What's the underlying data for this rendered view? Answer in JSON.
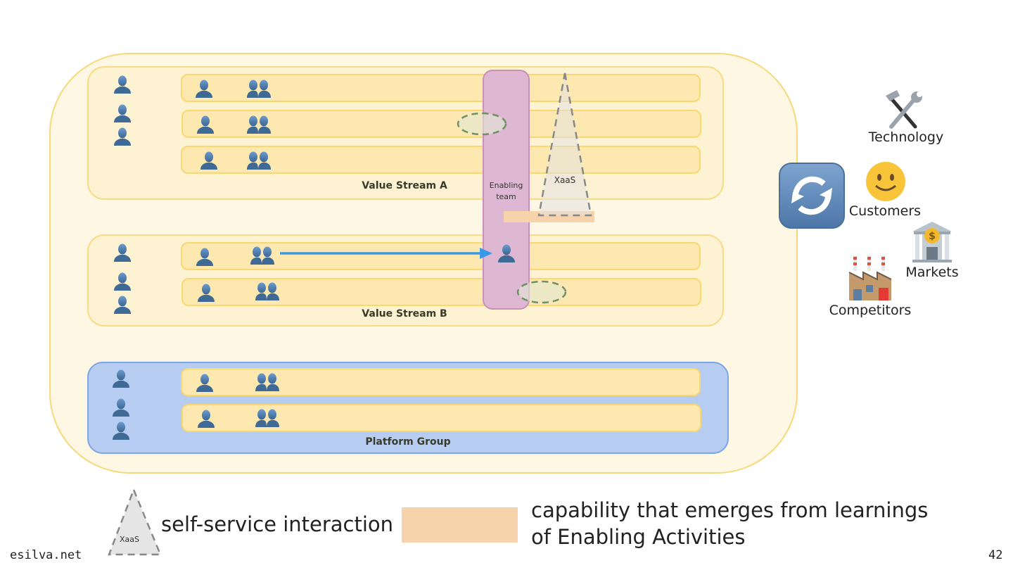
{
  "diagram": {
    "groups": {
      "value_stream_a": {
        "label": "Value Stream A"
      },
      "value_stream_b": {
        "label": "Value Stream B"
      },
      "platform_group": {
        "label": "Platform Group"
      }
    },
    "enabling_team": {
      "label_line1": "Enabling",
      "label_line2": "team"
    },
    "xaas_triangle": {
      "label": "XaaS"
    },
    "external_forces": {
      "cycle_icon": "refresh-cycle-icon",
      "items": [
        {
          "label": "Technology",
          "icon": "hammer-wrench-icon"
        },
        {
          "label": "Customers",
          "icon": "smiley-face-icon"
        },
        {
          "label": "Markets",
          "icon": "bank-dollar-icon"
        },
        {
          "label": "Competitors",
          "icon": "factory-icon"
        }
      ]
    },
    "colors": {
      "outer_fill": "#fef7e4",
      "stream_fill": "#fdf2d2",
      "lane_fill": "#fde8b0",
      "platform_fill": "#b6cdf1",
      "enabling_fill": "#deb8d3",
      "capability_fill": "#f7d3ac",
      "arrow": "#3a98e8"
    }
  },
  "legend": {
    "xaas_label": "XaaS",
    "self_service": "self-service interaction",
    "capability_line1": "capability that emerges from learnings",
    "capability_line2": "of Enabling Activities"
  },
  "footer": {
    "site": "esilva.net",
    "page_number": "42"
  }
}
